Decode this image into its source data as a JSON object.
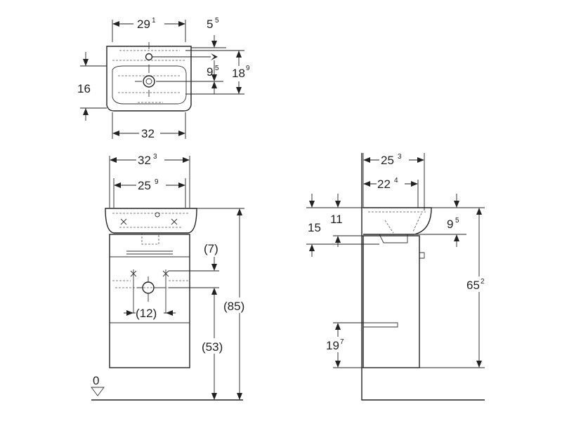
{
  "top_view": {
    "width_top": {
      "main": "29",
      "sup": "1"
    },
    "tap_offset": {
      "main": "5",
      "sup": "5"
    },
    "drain_offset": {
      "main": "9",
      "sup": "5"
    },
    "depth": {
      "main": "18",
      "sup": "9"
    },
    "left_height": {
      "main": "16",
      "sup": ""
    },
    "width_bottom": {
      "main": "32",
      "sup": ""
    }
  },
  "front_view": {
    "outer_width": {
      "main": "32",
      "sup": "3"
    },
    "inner_width": {
      "main": "25",
      "sup": "9"
    },
    "pipe_offset": {
      "main": "(7)",
      "sup": ""
    },
    "pipe_spacing": {
      "main": "(12)",
      "sup": ""
    },
    "total_height": {
      "main": "(85)",
      "sup": ""
    },
    "pipe_height": {
      "main": "(53)",
      "sup": ""
    },
    "floor_level": {
      "main": "0",
      "sup": ""
    }
  },
  "side_view": {
    "outer_depth": {
      "main": "25",
      "sup": "3"
    },
    "inner_depth": {
      "main": "22",
      "sup": "4"
    },
    "rim_15": {
      "main": "15",
      "sup": ""
    },
    "rim_11": {
      "main": "11",
      "sup": ""
    },
    "rim_right": {
      "main": "9",
      "sup": "5"
    },
    "height": {
      "main": "65",
      "sup": "2"
    },
    "rail_height": {
      "main": "19",
      "sup": "7"
    }
  }
}
